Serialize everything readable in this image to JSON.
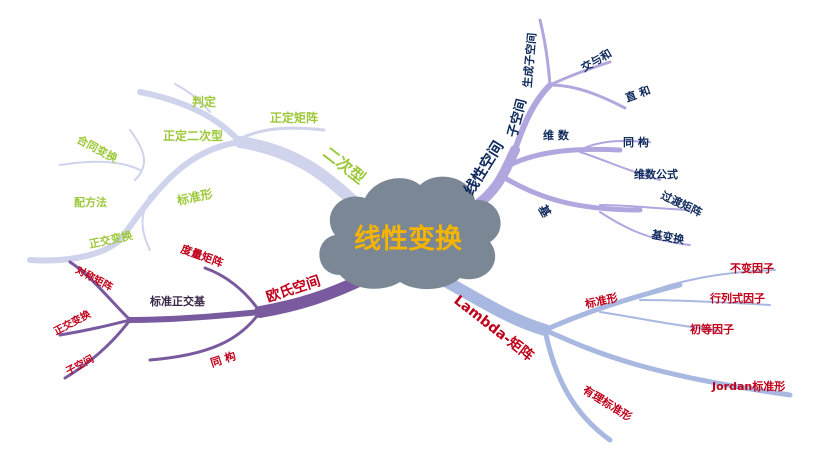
{
  "center": {
    "label": "线性变换",
    "color": "#f5b400",
    "cloud_color": "#7b8794"
  },
  "colors": {
    "quadratic": "#9dc83a",
    "quadratic_branch": "#c9cde8",
    "space": "#0f2a5c",
    "space_branch": "#a99ad6",
    "euclid": "#c0001a",
    "euclid_branch": "#7a5a9e",
    "lambda": "#c0001a",
    "lambda_branch": "#a2b3de"
  },
  "quadratic": {
    "title": "二次型",
    "positive": "正定二次型",
    "positive_children": [
      "判定",
      "正定矩阵"
    ],
    "normal": "标准形",
    "normal_children": [
      "合同变换",
      "配方法",
      "正交变换"
    ]
  },
  "space": {
    "title": "线性空间",
    "subspace": "子空间",
    "subspace_children": [
      "生成子空间",
      "交与和",
      "直 和"
    ],
    "dimension": "维 数",
    "dimension_children": [
      "同 构",
      "维数公式"
    ],
    "basis": "基",
    "basis_children": [
      "过渡矩阵",
      "基变换"
    ]
  },
  "euclid": {
    "title": "欧氏空间",
    "metric": "度量矩阵",
    "ortho_basis": "标准正交基",
    "ortho_children": [
      "对称矩阵",
      "正交变换",
      "子空间"
    ],
    "iso": "同 构"
  },
  "lambda": {
    "title": "Lambda-矩阵",
    "normal": "标准形",
    "normal_children": [
      "不变因子",
      "行列式因子",
      "初等因子"
    ],
    "jordan": "Jordan标准形",
    "rational": "有理标准形"
  }
}
